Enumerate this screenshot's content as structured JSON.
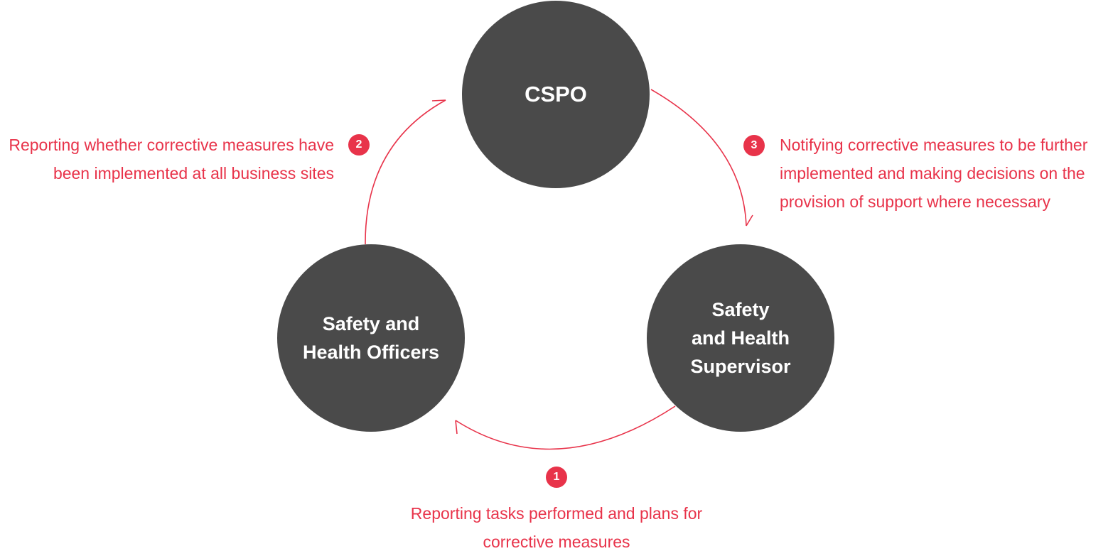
{
  "nodes": {
    "cspo": "CSPO",
    "officers": [
      "Safety and",
      "Health Officers"
    ],
    "supervisor": [
      "Safety",
      "and Health",
      "Supervisor"
    ]
  },
  "steps": [
    {
      "number": "1",
      "lines": [
        "Reporting tasks performed and plans for",
        "corrective measures"
      ]
    },
    {
      "number": "2",
      "lines": [
        "Reporting whether corrective measures have",
        "been implemented at all business sites"
      ]
    },
    {
      "number": "3",
      "lines": [
        "Notifying corrective measures to be further",
        "implemented and making decisions on the",
        "provision of support where necessary"
      ]
    }
  ],
  "colors": {
    "accent": "#e8334a",
    "node": "#4a4a4a"
  }
}
